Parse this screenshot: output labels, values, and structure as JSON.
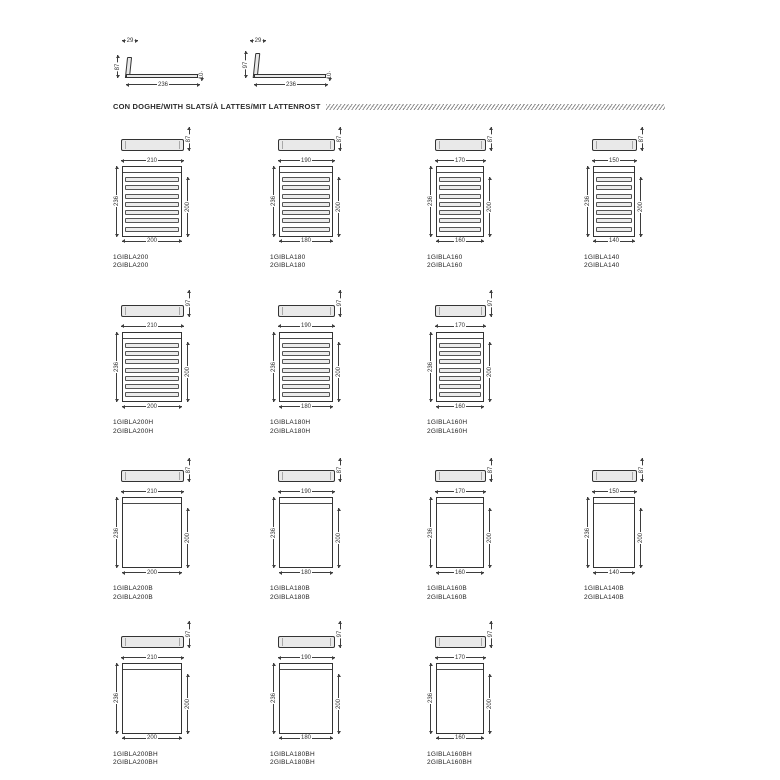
{
  "header": {
    "section_title": "CON DOGHE/WITH SLATS/À LATTES/MIT LATTENROST"
  },
  "side_views": [
    {
      "headboard_offset": "29",
      "height": "87",
      "length": "236",
      "rail_height": "10"
    },
    {
      "headboard_offset": "29",
      "height": "97",
      "length": "236",
      "rail_height": "10"
    }
  ],
  "rows": [
    {
      "cells": [
        {
          "codes": [
            "1GIBLA200",
            "2GIBLA200"
          ],
          "head_width": 210,
          "head_height": 87,
          "total_length": 236,
          "inner_length": 200,
          "bed_width": 200,
          "slats": true
        },
        {
          "codes": [
            "1GIBLA180",
            "2GIBLA180"
          ],
          "head_width": 190,
          "head_height": 87,
          "total_length": 236,
          "inner_length": 200,
          "bed_width": 180,
          "slats": true
        },
        {
          "codes": [
            "1GIBLA160",
            "2GIBLA160"
          ],
          "head_width": 170,
          "head_height": 87,
          "total_length": 236,
          "inner_length": 200,
          "bed_width": 160,
          "slats": true
        },
        {
          "codes": [
            "1GIBLA140",
            "2GIBLA140"
          ],
          "head_width": 150,
          "head_height": 87,
          "total_length": 236,
          "inner_length": 200,
          "bed_width": 140,
          "slats": true
        }
      ]
    },
    {
      "cells": [
        {
          "codes": [
            "1GIBLA200H",
            "2GIBLA200H"
          ],
          "head_width": 210,
          "head_height": 97,
          "total_length": 236,
          "inner_length": 200,
          "bed_width": 200,
          "slats": true
        },
        {
          "codes": [
            "1GIBLA180H",
            "2GIBLA180H"
          ],
          "head_width": 190,
          "head_height": 97,
          "total_length": 236,
          "inner_length": 200,
          "bed_width": 180,
          "slats": true
        },
        {
          "codes": [
            "1GIBLA160H",
            "2GIBLA160H"
          ],
          "head_width": 170,
          "head_height": 97,
          "total_length": 236,
          "inner_length": 200,
          "bed_width": 160,
          "slats": true
        }
      ]
    },
    {
      "cells": [
        {
          "codes": [
            "1GIBLA200B",
            "2GIBLA200B"
          ],
          "head_width": 210,
          "head_height": 87,
          "total_length": 236,
          "inner_length": 200,
          "bed_width": 200,
          "slats": false
        },
        {
          "codes": [
            "1GIBLA180B",
            "2GIBLA180B"
          ],
          "head_width": 190,
          "head_height": 87,
          "total_length": 236,
          "inner_length": 200,
          "bed_width": 180,
          "slats": false
        },
        {
          "codes": [
            "1GIBLA160B",
            "2GIBLA160B"
          ],
          "head_width": 170,
          "head_height": 87,
          "total_length": 236,
          "inner_length": 200,
          "bed_width": 160,
          "slats": false
        },
        {
          "codes": [
            "1GIBLA140B",
            "2GIBLA140B"
          ],
          "head_width": 150,
          "head_height": 87,
          "total_length": 236,
          "inner_length": 200,
          "bed_width": 140,
          "slats": false
        }
      ]
    },
    {
      "cells": [
        {
          "codes": [
            "1GIBLA200BH",
            "2GIBLA200BH"
          ],
          "head_width": 210,
          "head_height": 97,
          "total_length": 236,
          "inner_length": 200,
          "bed_width": 200,
          "slats": false
        },
        {
          "codes": [
            "1GIBLA180BH",
            "2GIBLA180BH"
          ],
          "head_width": 190,
          "head_height": 97,
          "total_length": 236,
          "inner_length": 200,
          "bed_width": 180,
          "slats": false
        },
        {
          "codes": [
            "1GIBLA160BH",
            "2GIBLA160BH"
          ],
          "head_width": 170,
          "head_height": 97,
          "total_length": 236,
          "inner_length": 200,
          "bed_width": 160,
          "slats": false
        }
      ]
    }
  ]
}
